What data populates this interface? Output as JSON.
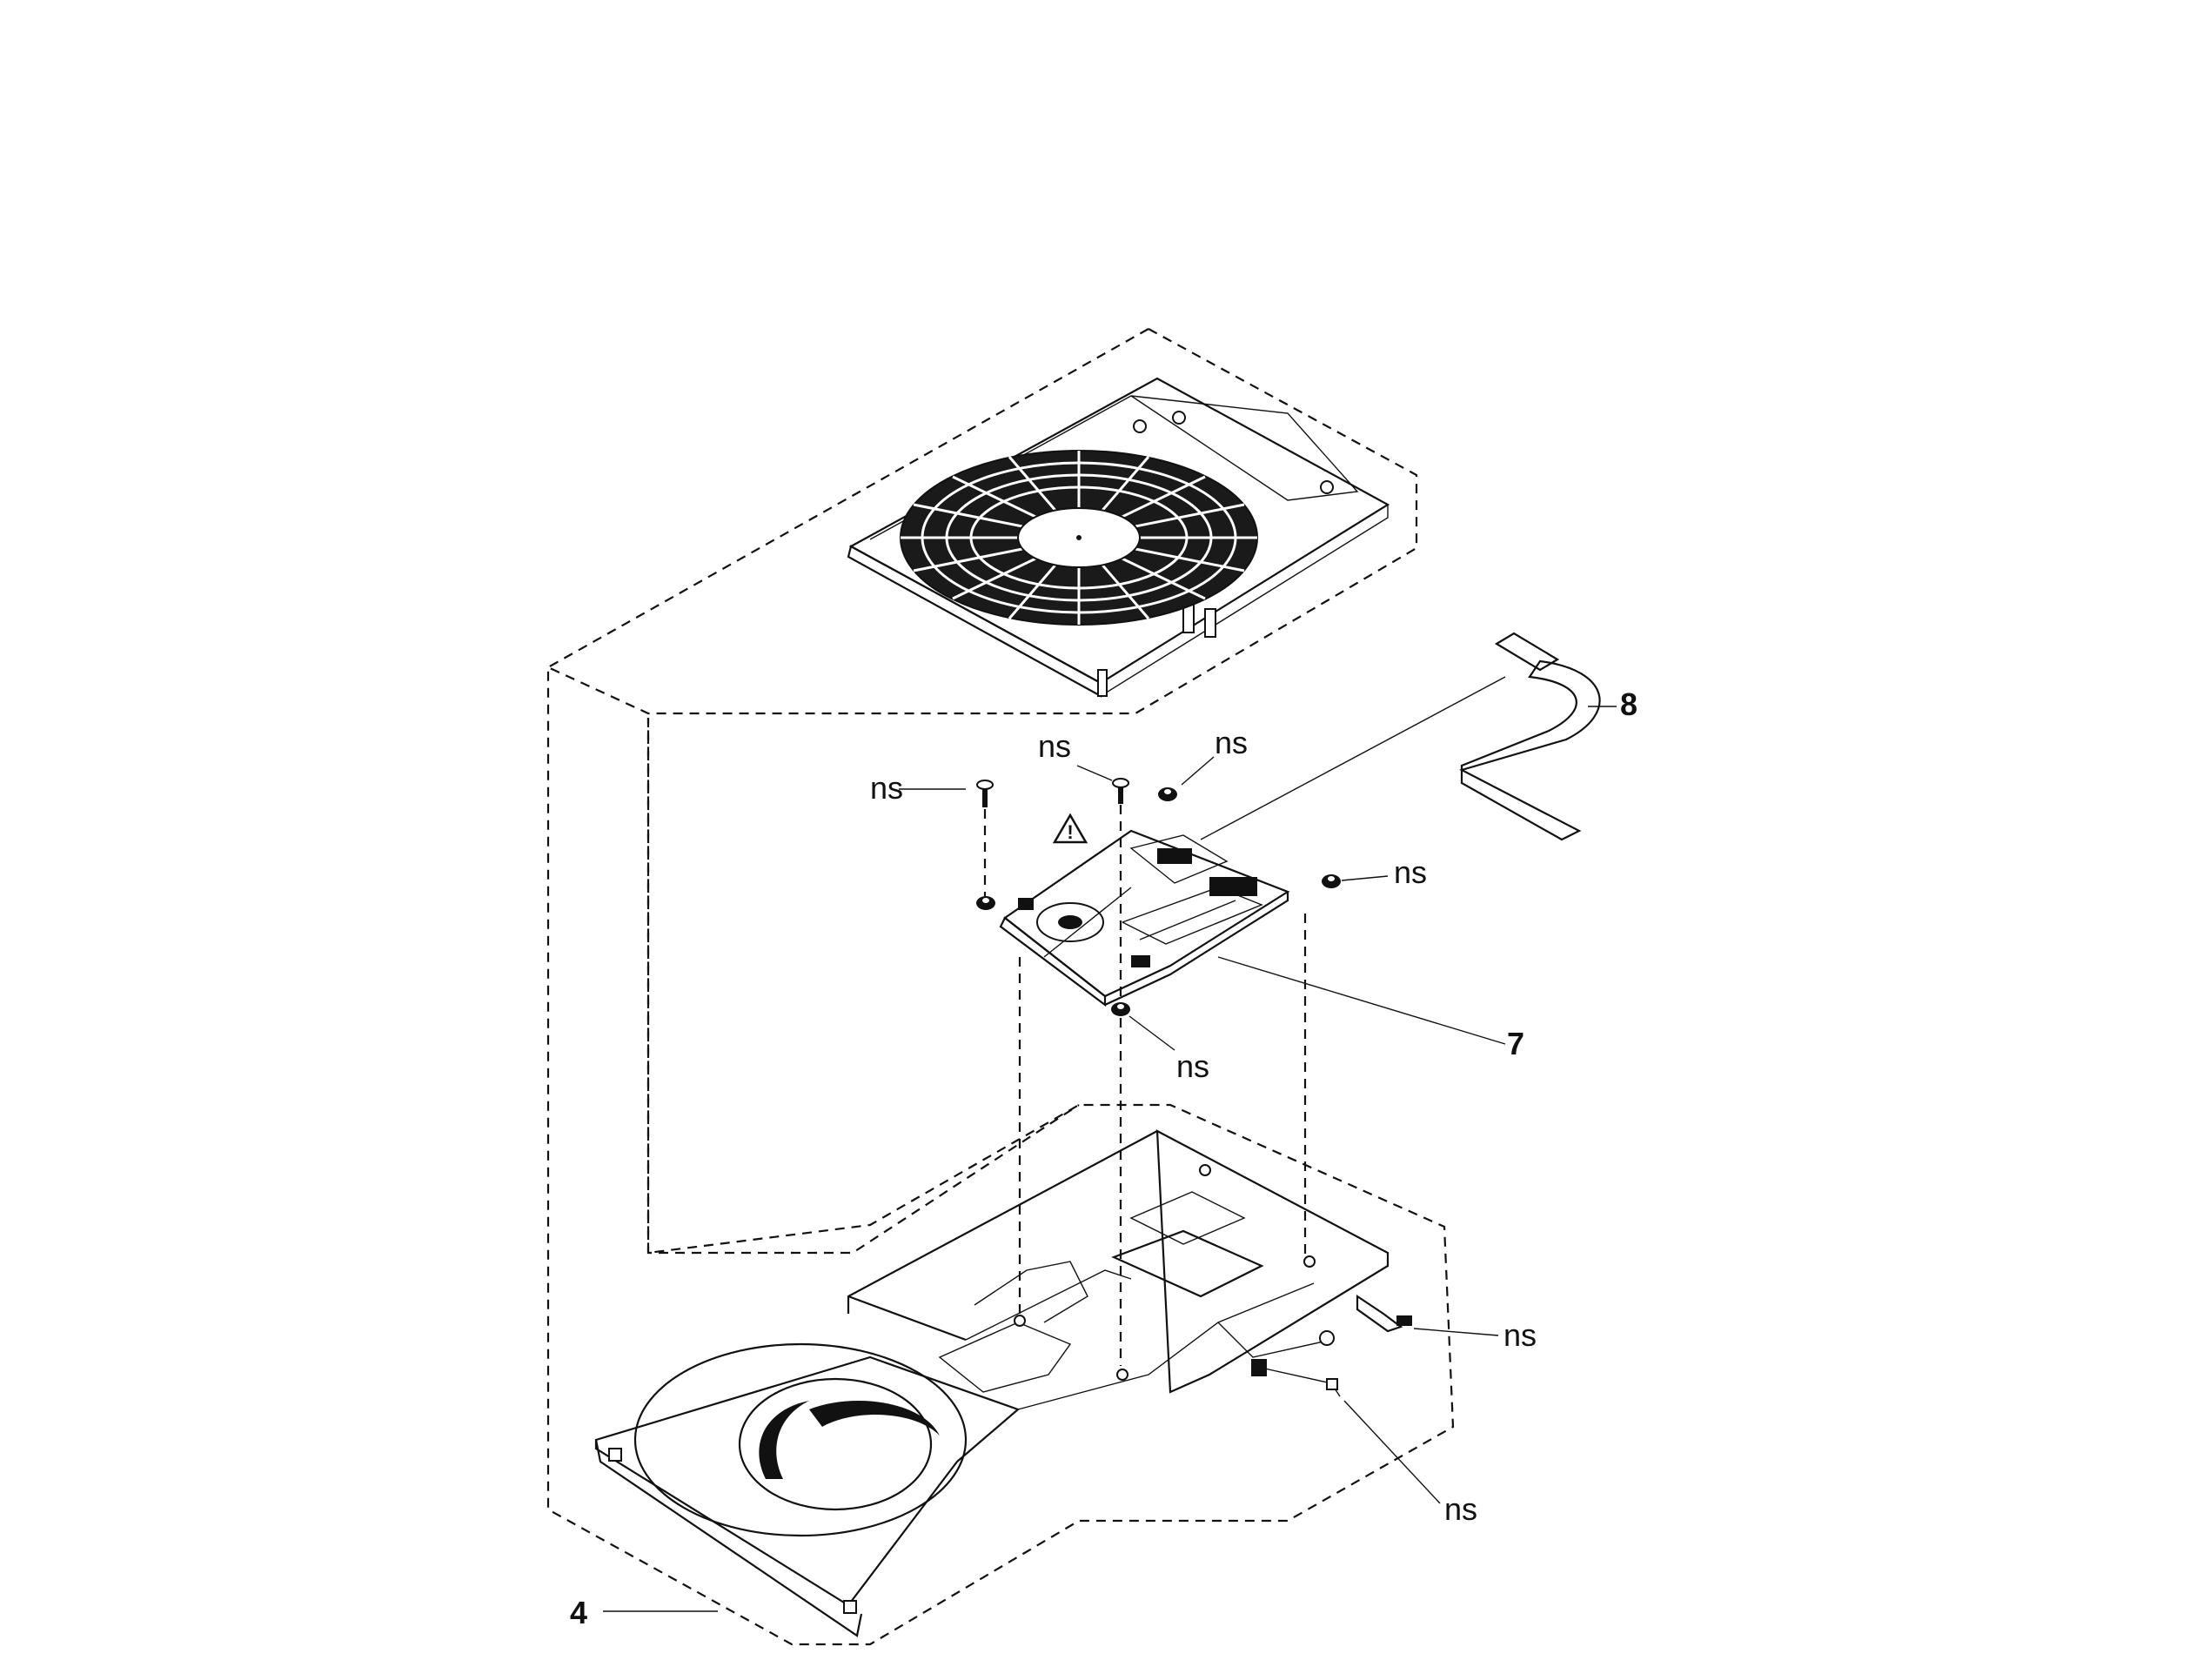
{
  "labels": {
    "callout_4": "4",
    "callout_7": "7",
    "callout_8": "8",
    "ns": "ns"
  },
  "warning_symbol": "!",
  "icons": {
    "warning": "warning-triangle-icon"
  },
  "colors": {
    "ink": "#111111",
    "paper": "#ffffff"
  }
}
